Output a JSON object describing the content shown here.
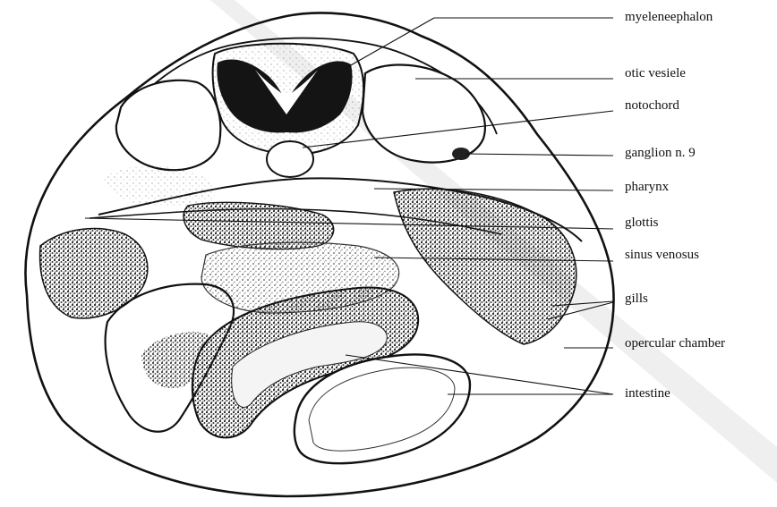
{
  "figure": {
    "labels": {
      "myelencephalon": "myeleneephalon",
      "otic_vesicle": "otic vesiele",
      "notochord": "notochord",
      "ganglion": "ganglion n. 9",
      "pharynx": "pharynx",
      "glottis": "glottis",
      "sinus_venosus": "sinus venosus",
      "gills": "gills",
      "opercular_chamber": "opercular chamber",
      "intestine": "intestine"
    },
    "colors": {
      "ink": "#111111",
      "watermark": "#d9d9d9",
      "stipple": "#8a8a8a",
      "background": "#ffffff"
    }
  }
}
